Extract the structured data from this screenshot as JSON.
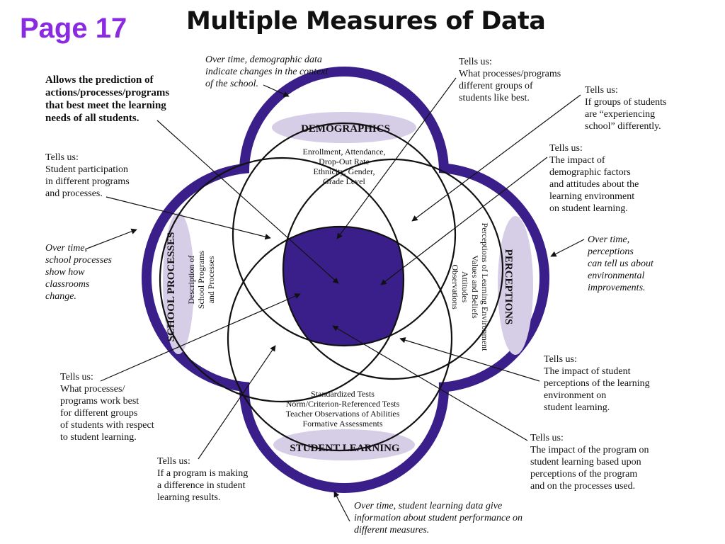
{
  "page_label": "Page 17",
  "title": "Multiple Measures of Data",
  "colors": {
    "accent": "#3a1f8a",
    "band": "#d6cde6",
    "page_label": "#8a2be2"
  },
  "circles": {
    "demographics": {
      "label": "DEMOGRAPHICS",
      "content": [
        "Enrollment, Attendance,",
        "Drop-Out Rate",
        "Ethnicity, Gender,",
        "Grade Level"
      ]
    },
    "school_processes": {
      "label": "SCHOOL PROCESSES",
      "content": [
        "Description of",
        "School Programs",
        "and Processes"
      ]
    },
    "perceptions": {
      "label": "PERCEPTIONS",
      "content": [
        "Perceptions of Learning Environment",
        "Values and Beliefs",
        "Attitudes",
        "Observations"
      ]
    },
    "student_learning": {
      "label": "STUDENT LEARNING",
      "content": [
        "Standardized Tests",
        "Norm/Criterion-Referenced Tests",
        "Teacher Observations of Abilities",
        "Formative Assessments"
      ]
    }
  },
  "annotations": {
    "center": [
      "Allows the prediction of",
      "actions/processes/programs",
      "that best meet the learning",
      "needs of all students."
    ],
    "demo_overtime": [
      "Over time, demographic data",
      "indicate changes in the context",
      "of the school."
    ],
    "participation": [
      "Tells us:",
      "Student participation",
      "in different programs",
      "and processes."
    ],
    "school_overtime": [
      "Over time,",
      "school processes",
      "show how",
      "classrooms",
      "change."
    ],
    "what_work_best": [
      "Tells us:",
      "What processes/",
      "programs work best",
      "for different groups",
      "of students with respect",
      "to student learning."
    ],
    "program_difference": [
      "Tells us:",
      "If a program is making",
      "a difference in student",
      "learning results."
    ],
    "learning_overtime": [
      "Over time, student learning data give",
      "information about student performance on",
      "different measures."
    ],
    "like_best": [
      "Tells us:",
      "What processes/programs",
      "different groups of",
      "students like best."
    ],
    "experiencing": [
      "Tells us:",
      "If groups of students",
      "are “experiencing",
      "school” differently."
    ],
    "demographic_factors": [
      "Tells us:",
      "The impact of",
      "demographic factors",
      "and attitudes about the",
      "learning environment",
      "on student learning."
    ],
    "perceptions_overtime": [
      "Over time,",
      "perceptions",
      "can tell us about",
      "environmental",
      "improvements."
    ],
    "student_perceptions": [
      "Tells us:",
      "The impact of student",
      "perceptions of the learning",
      "environment on",
      "student learning."
    ],
    "program_impact": [
      "Tells us:",
      "The impact of the program on",
      "student learning based upon",
      "perceptions of the program",
      "and on the processes used."
    ]
  }
}
